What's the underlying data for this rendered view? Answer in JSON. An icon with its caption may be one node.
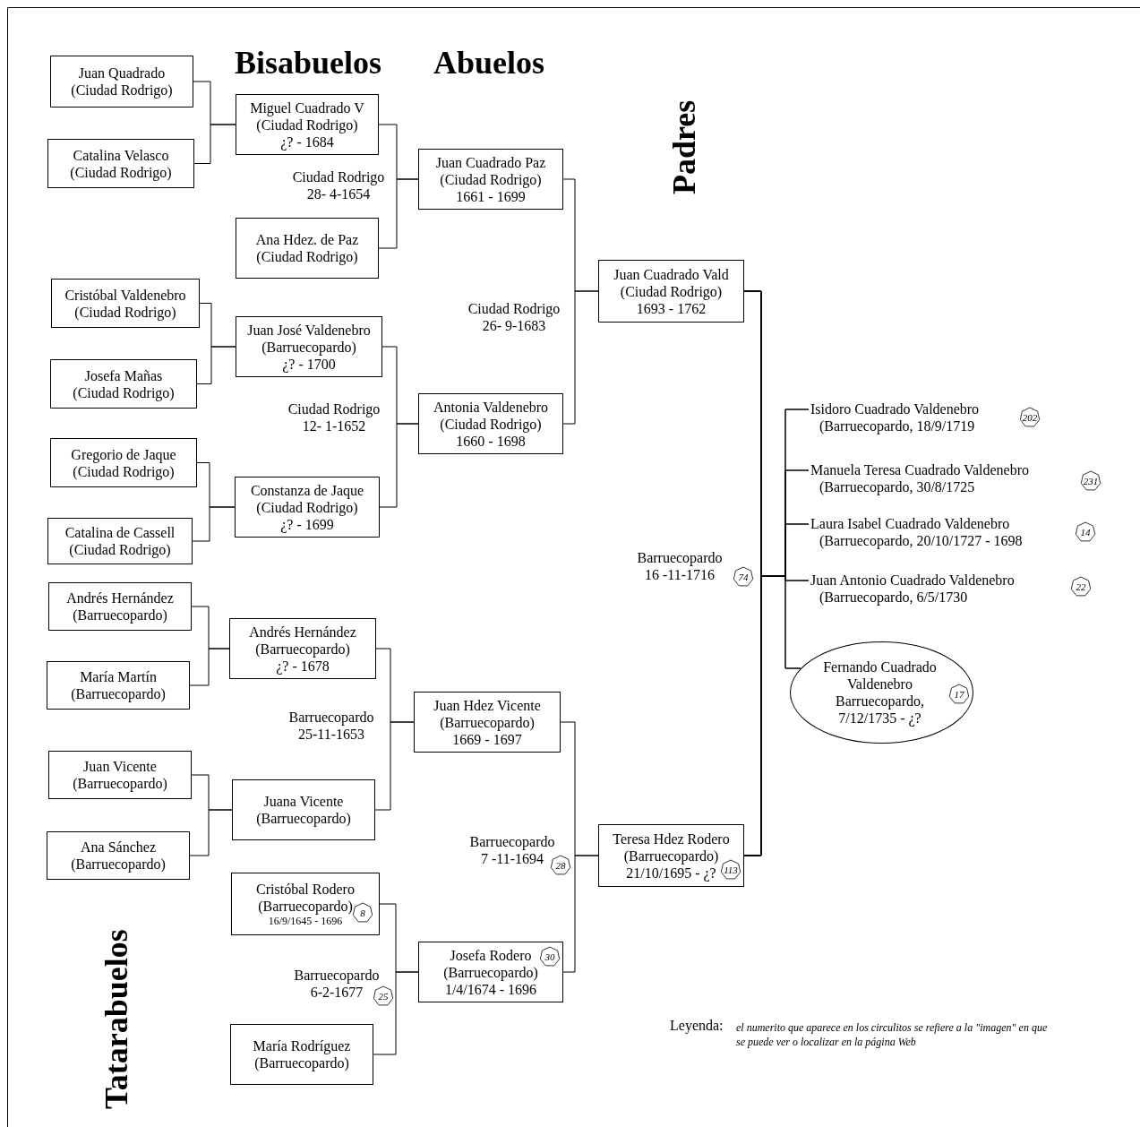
{
  "diagram": {
    "nodes": [
      {
        "text": [
          "Juan Quadrado",
          "(Ciudad Rodrigo)"
        ]
      },
      {
        "text": [
          "Catalina Velasco",
          "(Ciudad Rodrigo)"
        ]
      },
      {
        "text": [
          "Miguel Cuadrado V",
          "(Ciudad Rodrigo)",
          "¿? - 1684"
        ]
      },
      {
        "text": [
          "Ana Hdez. de Paz",
          "(Ciudad Rodrigo)"
        ]
      },
      {
        "text": [
          "Juan Cuadrado Paz",
          "(Ciudad Rodrigo)",
          "1661 - 1699"
        ]
      },
      {
        "text": [
          "Cristóbal Valdenebro",
          "(Ciudad Rodrigo)"
        ]
      },
      {
        "text": [
          "Josefa Mañas",
          "(Ciudad Rodrigo)"
        ]
      },
      {
        "text": [
          "Juan José Valdenebro",
          "(Barruecopardo)",
          "¿? - 1700"
        ]
      },
      {
        "text": [
          "Antonia Valdenebro",
          "(Ciudad Rodrigo)",
          "1660 - 1698"
        ]
      },
      {
        "text": [
          "Gregorio de Jaque",
          "(Ciudad Rodrigo)"
        ]
      },
      {
        "text": [
          "Catalina de Cassell",
          "(Ciudad Rodrigo)"
        ]
      },
      {
        "text": [
          "Constanza de Jaque",
          "(Ciudad Rodrigo)",
          "¿? - 1699"
        ]
      },
      {
        "text": [
          "Juan Cuadrado Vald",
          "(Ciudad Rodrigo)",
          "1693 - 1762"
        ]
      },
      {
        "text": [
          "Andrés Hernández",
          "(Barruecopardo)"
        ]
      },
      {
        "text": [
          "María Martín",
          "(Barruecopardo)"
        ]
      },
      {
        "text": [
          "Andrés Hernández",
          "(Barruecopardo)",
          "¿? - 1678"
        ]
      },
      {
        "text": [
          "Juan Hdez Vicente",
          "(Barruecopardo)",
          "1669 - 1697"
        ]
      },
      {
        "text": [
          "Juan Vicente",
          "(Barruecopardo)"
        ]
      },
      {
        "text": [
          "Juana Vicente",
          "(Barruecopardo)"
        ]
      },
      {
        "text": [
          "Ana Sánchez",
          "(Barruecopardo)"
        ]
      },
      {
        "text": [
          "Cristóbal Rodero",
          "(Barruecopardo)",
          "16/9/1645 - 1696"
        ]
      },
      {
        "text": [
          "Josefa Rodero",
          "(Barruecopardo)",
          "1/4/1674 - 1696"
        ]
      },
      {
        "text": [
          "María Rodríguez",
          "(Barruecopardo)"
        ]
      },
      {
        "text": [
          "Teresa Hdez Rodero",
          "(Barruecopardo)",
          "21/10/1695 - ¿?"
        ]
      },
      {
        "text": [
          "Isidoro Cuadrado Valdenebro",
          "(Barruecopardo, 18/9/1719"
        ]
      },
      {
        "text": [
          "Manuela Teresa Cuadrado Valdenebro",
          "(Barruecopardo, 30/8/1725"
        ]
      },
      {
        "text": [
          "Laura Isabel Cuadrado Valdenebro",
          "(Barruecopardo, 20/10/1727 - 1698"
        ]
      },
      {
        "text": [
          "Juan Antonio Cuadrado Valdenebro",
          "(Barruecopardo, 6/5/1730"
        ]
      },
      {
        "text": [
          "Fernando Cuadrado Valdenebro",
          "Barruecopardo, 7/12/1735 - ¿?"
        ]
      },
      {
        "text": [
          "8"
        ],
        "in": 20
      },
      {
        "text": [
          "30"
        ],
        "in": 21
      },
      {
        "text": [
          "113"
        ],
        "in": 23
      },
      {
        "text": [
          "202"
        ]
      },
      {
        "text": [
          "231"
        ]
      },
      {
        "text": [
          "14"
        ]
      },
      {
        "text": [
          "22"
        ]
      },
      {
        "text": [
          "17"
        ],
        "in": 28
      },
      {
        "text": [
          "74"
        ]
      },
      {
        "text": [
          "28"
        ]
      },
      {
        "text": [
          "25"
        ]
      }
    ],
    "edges": [
      {
        "from": 0,
        "to": 2,
        "arrow": "none"
      },
      {
        "from": 1,
        "to": 2,
        "arrow": "none"
      },
      {
        "from": 2,
        "to": 4,
        "arrow": "none"
      },
      {
        "from": 3,
        "to": 4,
        "arrow": "none"
      },
      {
        "from": 5,
        "to": 7,
        "arrow": "none"
      },
      {
        "from": 6,
        "to": 7,
        "arrow": "none"
      },
      {
        "from": 9,
        "to": 11,
        "arrow": "none"
      },
      {
        "from": 10,
        "to": 11,
        "arrow": "none"
      },
      {
        "from": 7,
        "to": 8,
        "arrow": "none"
      },
      {
        "from": 11,
        "to": 8,
        "arrow": "none"
      },
      {
        "from": 4,
        "to": 12,
        "arrow": "none"
      },
      {
        "from": 8,
        "to": 12,
        "arrow": "none"
      },
      {
        "from": 13,
        "to": 15,
        "arrow": "none"
      },
      {
        "from": 14,
        "to": 15,
        "arrow": "none"
      },
      {
        "from": 17,
        "to": 18,
        "arrow": "none"
      },
      {
        "from": 19,
        "to": 18,
        "arrow": "none"
      },
      {
        "from": 15,
        "to": 16,
        "arrow": "none"
      },
      {
        "from": 18,
        "to": 16,
        "arrow": "none"
      },
      {
        "from": 20,
        "to": 21,
        "arrow": "none"
      },
      {
        "from": 22,
        "to": 21,
        "arrow": "none"
      },
      {
        "from": 16,
        "to": 23,
        "arrow": "none"
      },
      {
        "from": 21,
        "to": 23,
        "arrow": "none"
      },
      {
        "from": 12,
        "to": 24,
        "arrow": "none"
      },
      {
        "from": 12,
        "to": 25,
        "arrow": "none"
      },
      {
        "from": 12,
        "to": 26,
        "arrow": "none"
      },
      {
        "from": 12,
        "to": 27,
        "arrow": "none"
      },
      {
        "from": 12,
        "to": 28,
        "arrow": "none"
      },
      {
        "from": 23,
        "to": 24,
        "arrow": "none"
      },
      {
        "from": 23,
        "to": 25,
        "arrow": "none"
      },
      {
        "from": 23,
        "to": 26,
        "arrow": "none"
      },
      {
        "from": 23,
        "to": 27,
        "arrow": "none"
      },
      {
        "from": 23,
        "to": 28,
        "arrow": "none"
      }
    ],
    "labels": [
      "Bisabuelos",
      "Abuelos",
      "Padres",
      "Ciudad Rodrigo 28- 4-1654",
      "Ciudad Rodrigo 26- 9-1683",
      "Ciudad Rodrigo 12- 1-1652",
      "Barruecopardo 16 -11-1716",
      "Barruecopardo 25-11-1653",
      "Barruecopardo 7 -11-1694",
      "Barruecopardo 6-2-1677",
      "Tatarabuelos",
      "Leyenda:",
      "el numerito que aparece en los circulitos se refiere a la \"imagen\" en que se puede ver o localizar en la página Web"
    ]
  }
}
